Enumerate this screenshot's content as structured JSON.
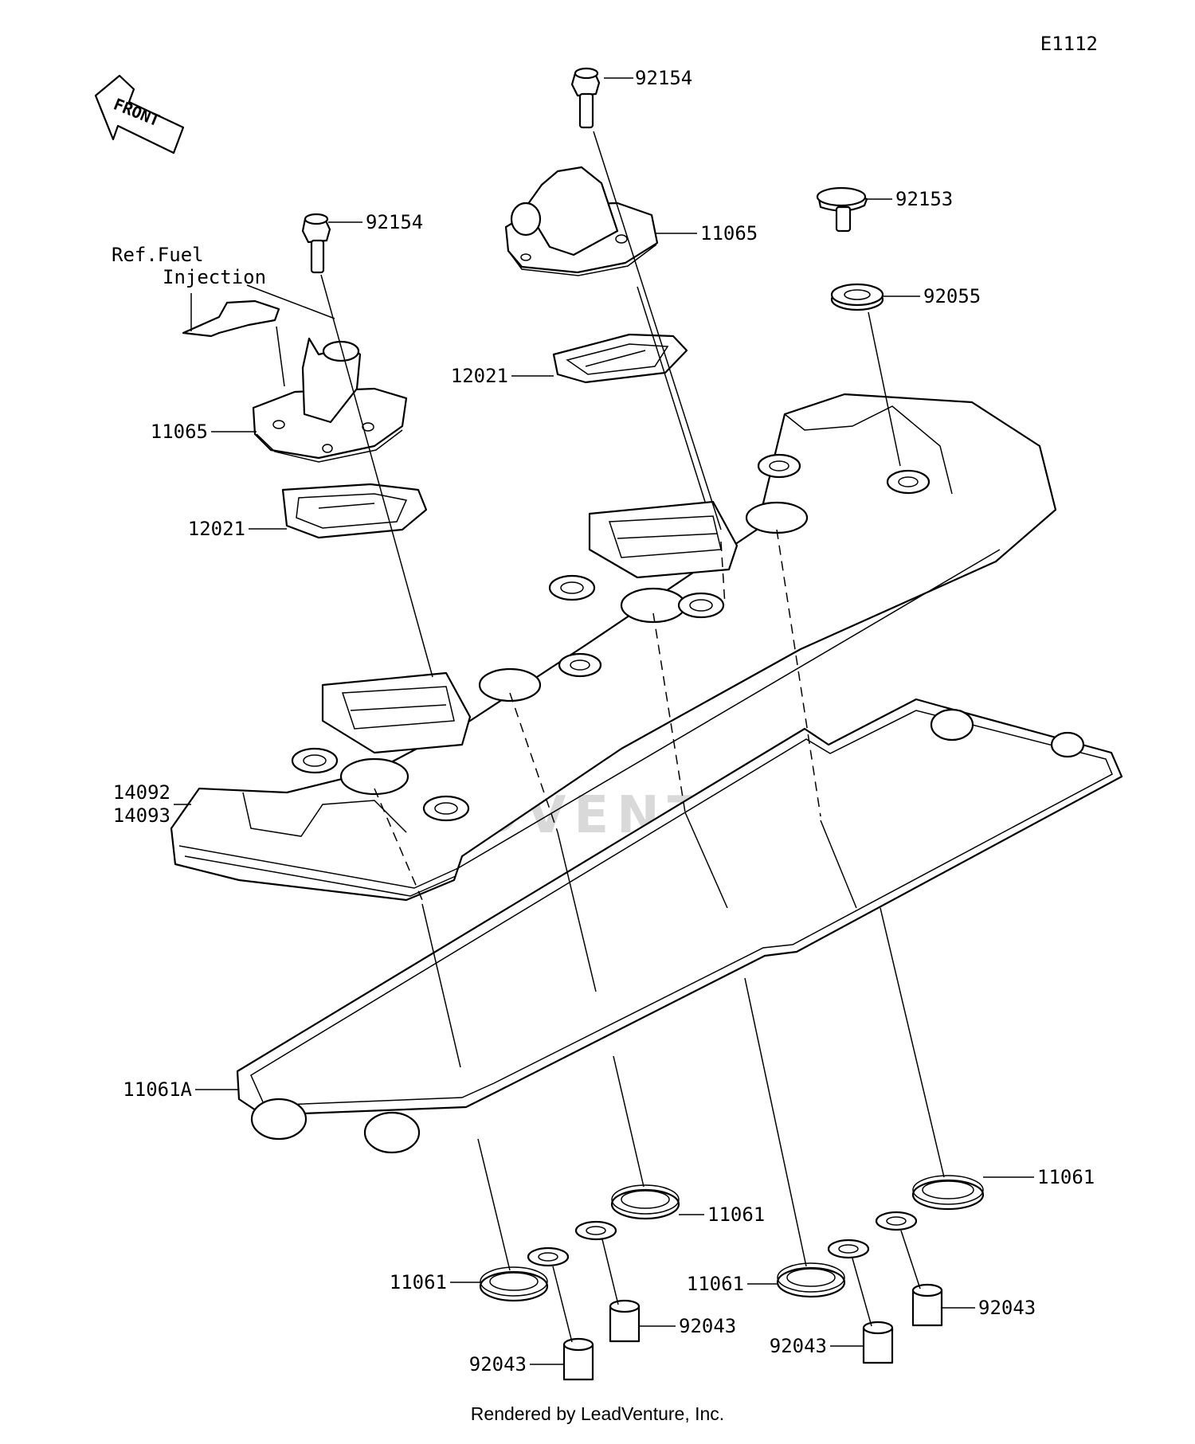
{
  "diagram_code": "E1112",
  "front_arrow_label": "FRONT",
  "reference_note": [
    "Ref.Fuel",
    "Injection"
  ],
  "watermark": "LEADVENTURE",
  "footer": "Rendered by LeadVenture, Inc.",
  "callouts": {
    "bolt_top_center": "92154",
    "bolt_left": "92154",
    "bolt_right": "92153",
    "washer_right": "92055",
    "breather_cover_center": "11065",
    "breather_cover_left": "11065",
    "breather_gasket_center": "12021",
    "breather_gasket_left": "12021",
    "cylinder_head_cover": [
      "14092",
      "14093"
    ],
    "head_cover_gasket": "11061A",
    "plug_gasket_1": "11061",
    "plug_gasket_2": "11061",
    "plug_gasket_3": "11061",
    "plug_gasket_4": "11061",
    "dowel_1": "92043",
    "dowel_2": "92043",
    "dowel_3": "92043",
    "dowel_4": "92043"
  }
}
